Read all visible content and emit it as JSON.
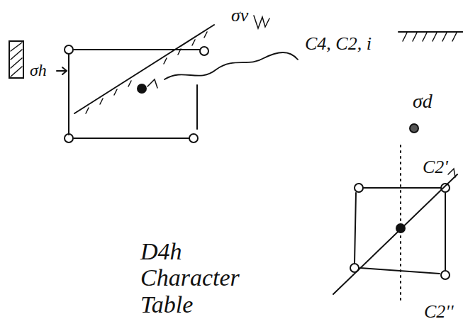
{
  "diagram": {
    "labels": [
      "σv",
      "σh",
      "C4, C2, i",
      "σd",
      "C2'",
      "C2''",
      "D4h Character Table"
    ]
  }
}
